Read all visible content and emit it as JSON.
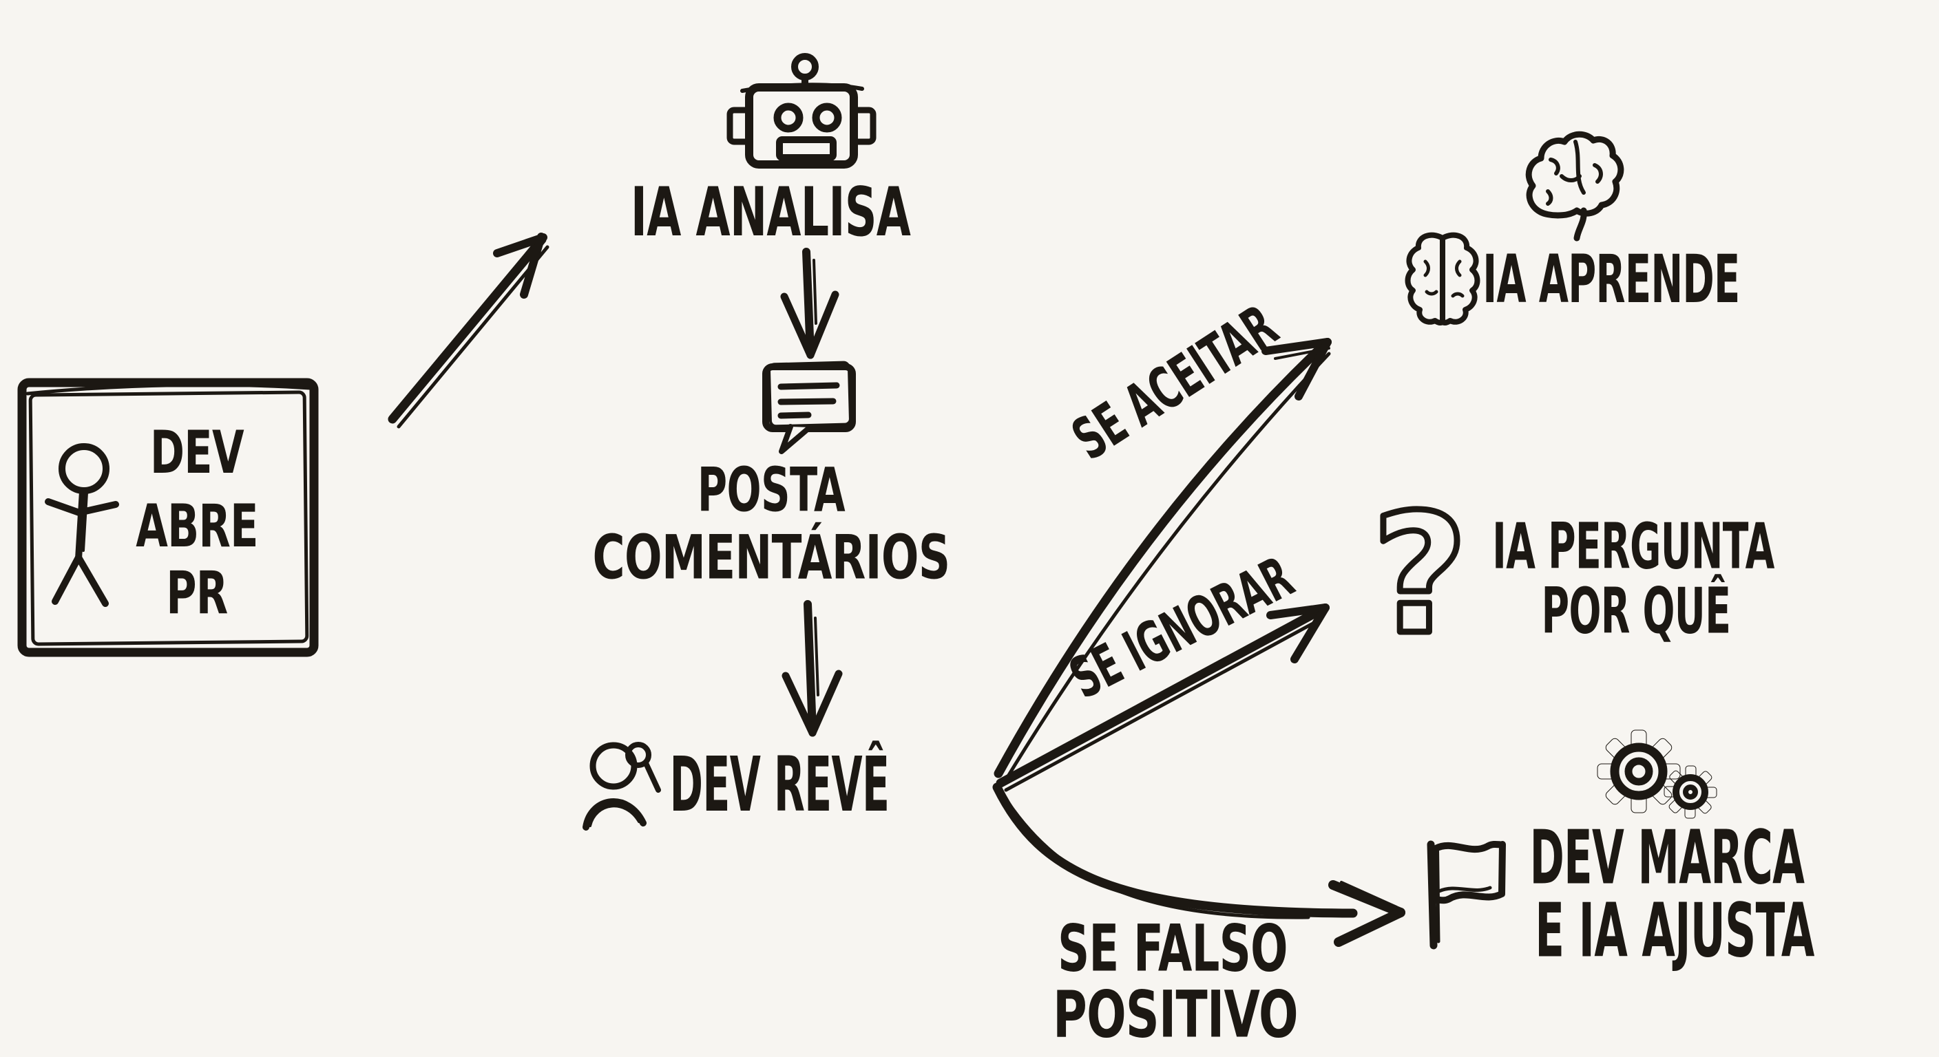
{
  "canvas": {
    "background_color": "#f7f5f1",
    "ink_color": "#1c1813"
  },
  "flow": {
    "start": {
      "lines": [
        "DEV",
        "ABRE",
        "PR"
      ],
      "icon": "stick-figure"
    },
    "analyze": {
      "label": "IA ANALISA",
      "icon": "robot"
    },
    "comment": {
      "lines": [
        "POSTA",
        "COMENTÁRIOS"
      ],
      "icon": "speech-bubble"
    },
    "review": {
      "label": "DEV REVÊ",
      "icon": "person-magnifying-glass"
    },
    "learn": {
      "label": "IA APRENDE",
      "icons": [
        "brain-side",
        "brain-top"
      ]
    },
    "ask": {
      "lines": [
        "IA PERGUNTA",
        "POR QUÊ"
      ],
      "icon": "question-mark",
      "glyph": "?"
    },
    "adjust": {
      "lines": [
        "DEV MARCA",
        "E IA AJUSTA"
      ],
      "icons": [
        "flag",
        "gears"
      ]
    }
  },
  "edges": {
    "accept": {
      "label": "SE ACEITAR"
    },
    "ignore": {
      "label": "SE IGNORAR"
    },
    "false_positive": {
      "lines": [
        "SE FALSO",
        "POSITIVO"
      ]
    }
  }
}
